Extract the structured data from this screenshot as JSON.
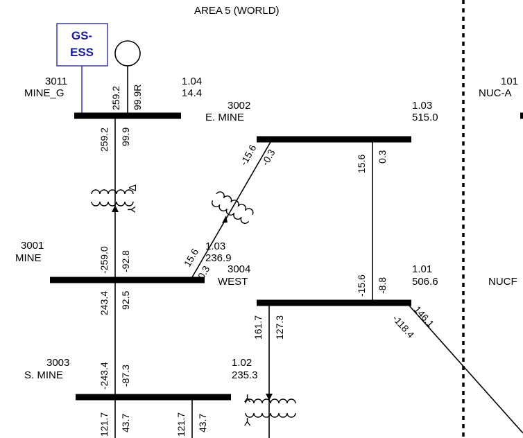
{
  "area_title": "AREA 5 (WORLD)",
  "ess": {
    "line1": "GS-",
    "line2": "ESS",
    "border_color": "#2a2ab0",
    "text_color": "#1a1aa8"
  },
  "buses": {
    "b3011": {
      "number": "3011",
      "name": "MINE_G",
      "voltage": "1.04",
      "angle": "14.4"
    },
    "b3002": {
      "name": "E. MINE",
      "number": "3002",
      "voltage": "1.03",
      "angle": "515.0"
    },
    "b3001": {
      "number": "3001",
      "name": "MINE"
    },
    "b3004": {
      "number": "3004",
      "name": "WEST",
      "voltage": "1.03",
      "angle": "236.9"
    },
    "bEast": {
      "voltage": "1.01",
      "angle": "506.6"
    },
    "b3003": {
      "number": "3003",
      "name": "S. MINE"
    },
    "bSouth": {
      "voltage": "1.02",
      "angle": "235.3"
    }
  },
  "offscreen": {
    "label1": "101",
    "label2": "NUC-A",
    "label3": "NUCF"
  },
  "flows": {
    "gen_p": "259.2",
    "gen_q": "99.9R",
    "g_down_p": "259.2",
    "g_down_q": "99.9",
    "mine_up_p": "-259.0",
    "mine_up_q": "-92.8",
    "mine_down_p": "243.4",
    "mine_down_q": "92.5",
    "smine_up_p": "-243.4",
    "smine_up_q": "-87.3",
    "smine_down1_p": "121.7",
    "smine_down1_q": "43.7",
    "smine_down2_p": "121.7",
    "smine_down2_q": "43.7",
    "emine_diag_p": "-15.6",
    "emine_diag_q": "-0.3",
    "west_diag_p": "15.6",
    "west_diag_q": "0.3",
    "emine_right_p": "15.6",
    "emine_right_q": "0.3",
    "east_up_p": "-15.6",
    "east_up_q": "-8.8",
    "east_down_p": "161.7",
    "east_down_q": "127.3",
    "east_out_p": "146.1",
    "east_out_q": "-118.4"
  },
  "symbols": {
    "delta": "Δ"
  }
}
